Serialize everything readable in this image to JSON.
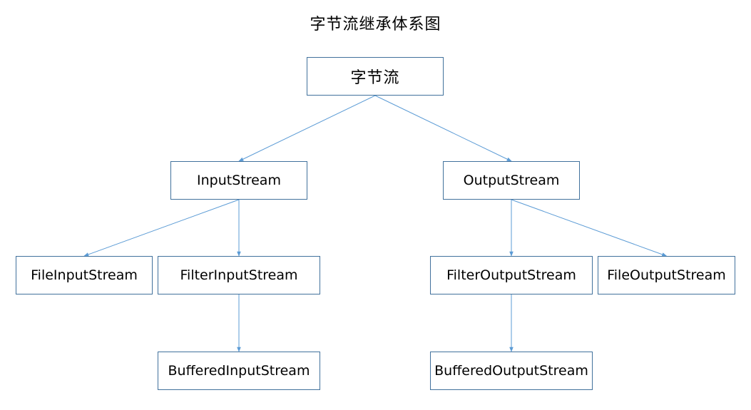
{
  "diagram": {
    "title": "字节流继承体系图",
    "line_color": "#5b9bd5",
    "box_border_color": "#41719c",
    "nodes": {
      "byte_stream": "字节流",
      "input_stream": "InputStream",
      "output_stream": "OutputStream",
      "file_input_stream": "FileInputStream",
      "filter_input_stream": "FilterInputStream",
      "filter_output_stream": "FilterOutputStream",
      "file_output_stream": "FileOutputStream",
      "buffered_input_stream": "BufferedInputStream",
      "buffered_output_stream": "BufferedOutputStream"
    },
    "edges": [
      [
        "byte_stream",
        "input_stream"
      ],
      [
        "byte_stream",
        "output_stream"
      ],
      [
        "input_stream",
        "file_input_stream"
      ],
      [
        "input_stream",
        "filter_input_stream"
      ],
      [
        "output_stream",
        "filter_output_stream"
      ],
      [
        "output_stream",
        "file_output_stream"
      ],
      [
        "filter_input_stream",
        "buffered_input_stream"
      ],
      [
        "filter_output_stream",
        "buffered_output_stream"
      ]
    ]
  }
}
